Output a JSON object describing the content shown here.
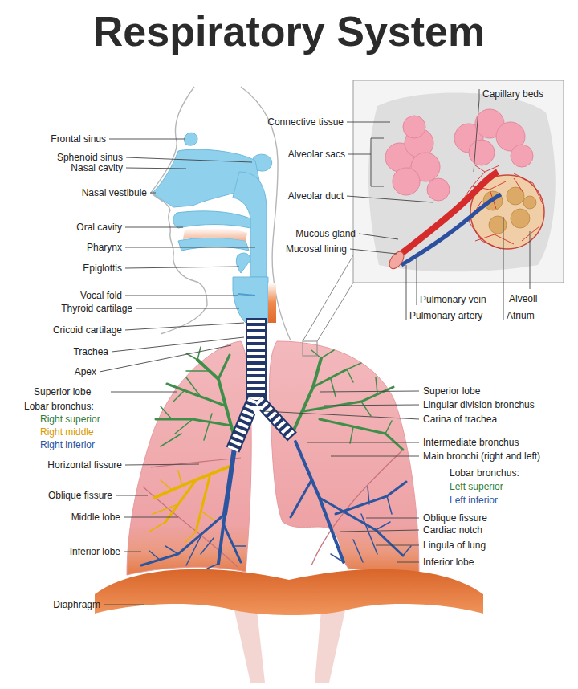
{
  "diagram": {
    "title": "Respiratory System",
    "labels": [
      "Frontal sinus",
      "Sphenoid sinus",
      "Nasal cavity",
      "Nasal vestibule",
      "Oral cavity",
      "Pharynx",
      "Epiglottis",
      "Vocal fold",
      "Thyroid cartilage",
      "Cricoid cartilage",
      "Trachea",
      "Apex",
      "Superior lobe",
      "Lobar bronchus:",
      "Right superior",
      "Right middle",
      "Right inferior",
      "Horizontal fissure",
      "Oblique fissure",
      "Middle lobe",
      "Inferior lobe",
      "Diaphragm",
      "Connective tissue",
      "Alveolar sacs",
      "Alveolar duct",
      "Mucous gland",
      "Mucosal lining",
      "Capillary beds",
      "Pulmonary vein",
      "Pulmonary artery",
      "Alveoli",
      "Atrium",
      "Superior lobe",
      "Lingular division bronchus",
      "Carina of trachea",
      "Intermediate bronchus",
      "Main bronchi (right and left)",
      "Lobar bronchus:",
      "Left superior",
      "Left inferior",
      "Oblique fissure",
      "Cardiac notch",
      "Lingula of lung",
      "Inferior lobe"
    ]
  }
}
